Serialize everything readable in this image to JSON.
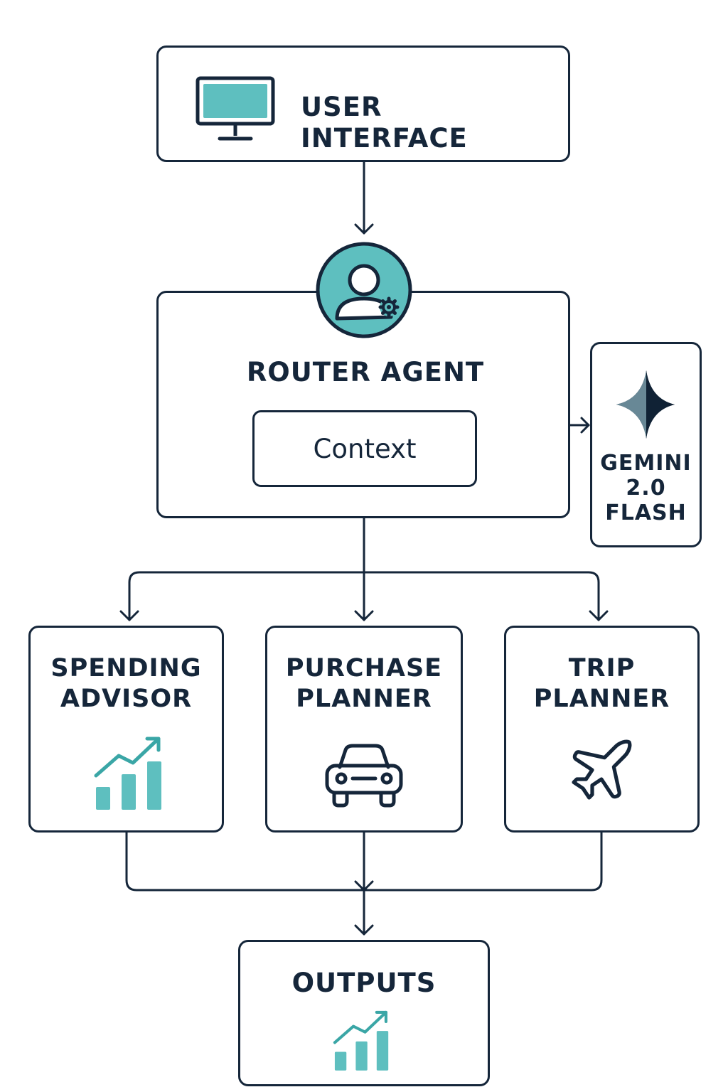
{
  "colors": {
    "ink": "#15263a",
    "accent": "#5ebfbf",
    "gemini_dark": "#102235",
    "gemini_light": "#6e8e9c"
  },
  "nodes": {
    "user_interface": {
      "label": "USER INTERFACE",
      "icon": "monitor-icon"
    },
    "router_agent": {
      "label": "ROUTER AGENT",
      "icon": "user-gear-icon"
    },
    "context": {
      "label": "Context"
    },
    "gemini": {
      "line1": "GEMINI",
      "line2": "2.0",
      "line3": "FLASH",
      "icon": "gemini-star-icon"
    },
    "spending_advisor": {
      "line1": "SPENDING",
      "line2": "ADVISOR",
      "icon": "growth-chart-icon"
    },
    "purchase_planner": {
      "line1": "PURCHASE",
      "line2": "PLANNER",
      "icon": "car-icon"
    },
    "trip_planner": {
      "line1": "TRIP",
      "line2": "PLANNER",
      "icon": "airplane-icon"
    },
    "outputs": {
      "label": "OUTPUTS",
      "icon": "growth-chart-icon"
    }
  }
}
